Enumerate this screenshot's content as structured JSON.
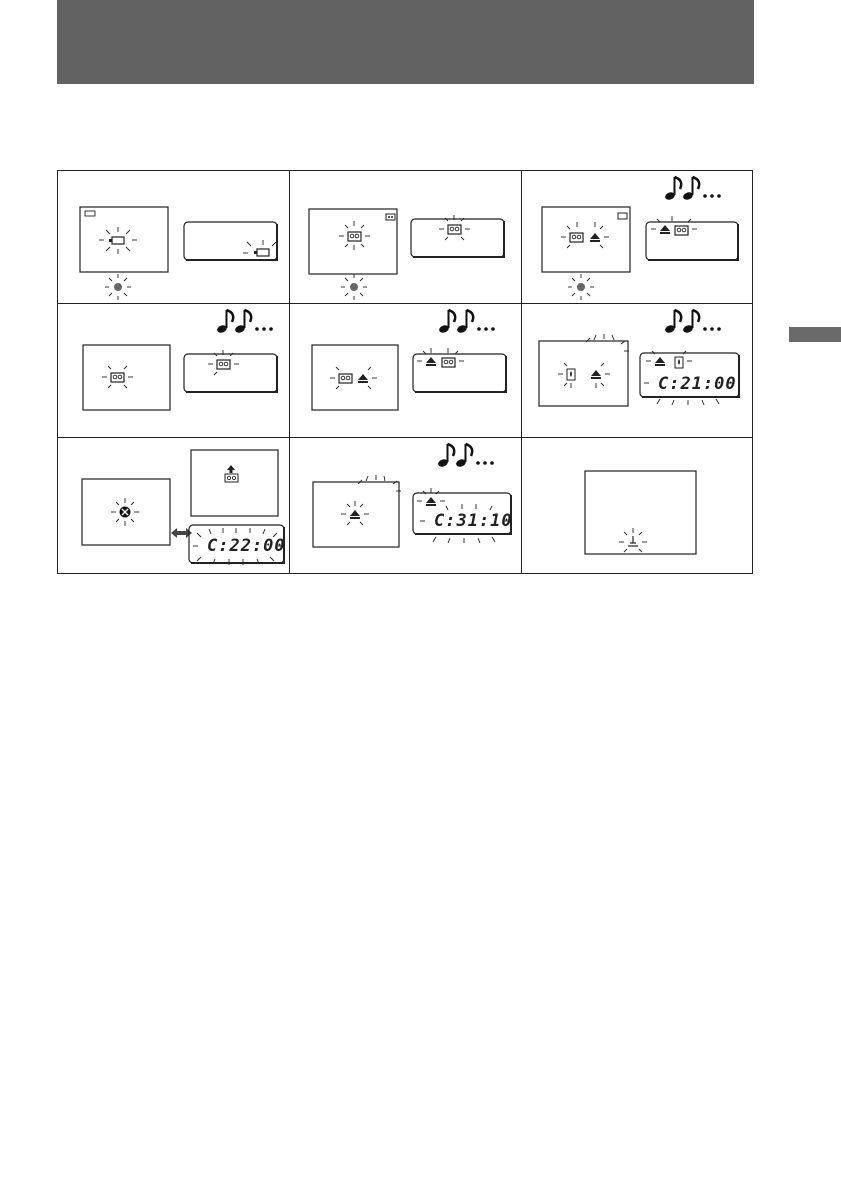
{
  "page": {
    "header_band": {
      "color": "#626262",
      "text": ""
    },
    "side_tab": {
      "color": "#6a6a6a"
    }
  },
  "grid": {
    "rows": 3,
    "columns": 3,
    "cells": [
      {
        "id": "1-1",
        "viewfinder_icons": [
          "battery-icon"
        ],
        "lcd_icons": [
          "battery-icon"
        ],
        "lamp": true,
        "beep": false,
        "timecode": ""
      },
      {
        "id": "1-2",
        "viewfinder_icons": [
          "cassette-icon"
        ],
        "lcd_icons": [
          "cassette-icon"
        ],
        "lamp": true,
        "beep": false,
        "timecode": ""
      },
      {
        "id": "1-3",
        "viewfinder_icons": [
          "cassette-icon",
          "eject-icon"
        ],
        "lcd_icons": [
          "eject-icon",
          "cassette-icon"
        ],
        "lamp": true,
        "beep": true,
        "timecode": ""
      },
      {
        "id": "2-1",
        "viewfinder_icons": [
          "cassette-icon"
        ],
        "lcd_icons": [
          "cassette-icon"
        ],
        "lamp": false,
        "beep": true,
        "timecode": ""
      },
      {
        "id": "2-2",
        "viewfinder_icons": [
          "cassette-icon",
          "eject-icon"
        ],
        "lcd_icons": [
          "eject-icon",
          "cassette-icon"
        ],
        "lamp": false,
        "beep": true,
        "timecode": ""
      },
      {
        "id": "2-3",
        "viewfinder_icons": [
          "moisture-icon",
          "eject-icon"
        ],
        "lcd_icons": [
          "eject-icon",
          "moisture-icon"
        ],
        "lamp": false,
        "beep": true,
        "timecode": "C:21:00"
      },
      {
        "id": "3-1",
        "viewfinder_icons": [
          "warning-x-icon"
        ],
        "lcd_icons": [
          "head-clean-icon"
        ],
        "lamp": false,
        "beep": false,
        "timecode": "C:22:00"
      },
      {
        "id": "3-2",
        "viewfinder_icons": [
          "eject-icon"
        ],
        "lcd_icons": [
          "eject-icon"
        ],
        "lamp": false,
        "beep": true,
        "timecode": "C:31:10"
      },
      {
        "id": "3-3",
        "viewfinder_icons": [
          "lithium-battery-icon"
        ],
        "lcd_icons": [],
        "lamp": false,
        "beep": false,
        "timecode": ""
      }
    ]
  }
}
